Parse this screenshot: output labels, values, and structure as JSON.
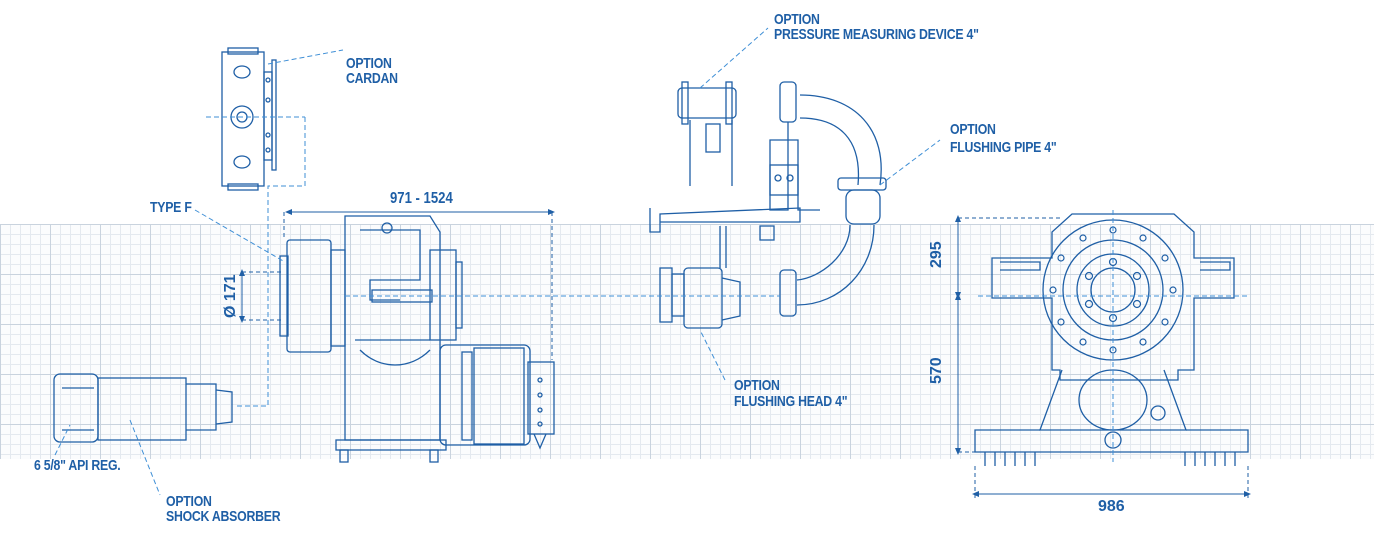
{
  "labels": {
    "option_pressure_line1": "OPTION",
    "option_pressure_line2": "PRESSURE MEASURING DEVICE 4\"",
    "option_cardan_line1": "OPTION",
    "option_cardan_line2": "CARDAN",
    "option_flushing_pipe_line1": "OPTION",
    "option_flushing_pipe_line2": "FLUSHING PIPE 4\"",
    "type_f": "TYPE F",
    "option_flushing_head_line1": "OPTION",
    "option_flushing_head_line2": "FLUSHING HEAD 4\"",
    "api_reg": "6 5/8\" API REG.",
    "option_shock_line1": "OPTION",
    "option_shock_line2": "SHOCK ABSORBER"
  },
  "dimensions": {
    "length_range": "971 - 1524",
    "diameter": "Ø 171",
    "height_upper": "295",
    "height_lower": "570",
    "width": "986"
  },
  "colors": {
    "line": "#1f5fa6",
    "dash": "#3f8fd6",
    "grid": "#c9d3de"
  }
}
